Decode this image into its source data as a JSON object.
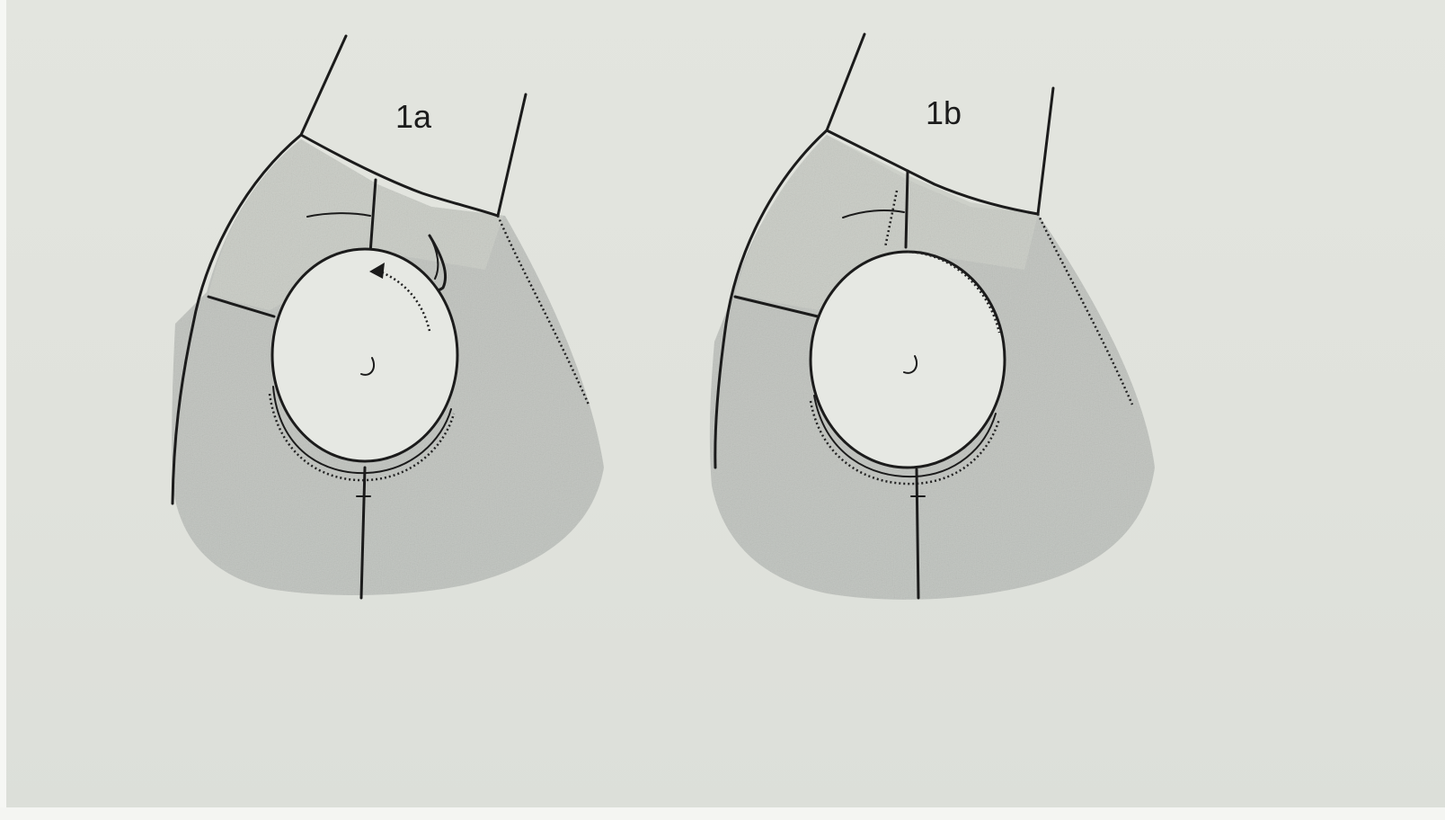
{
  "figure": {
    "panels": [
      {
        "id": "a",
        "label": "1a"
      },
      {
        "id": "b",
        "label": "1b"
      }
    ]
  }
}
